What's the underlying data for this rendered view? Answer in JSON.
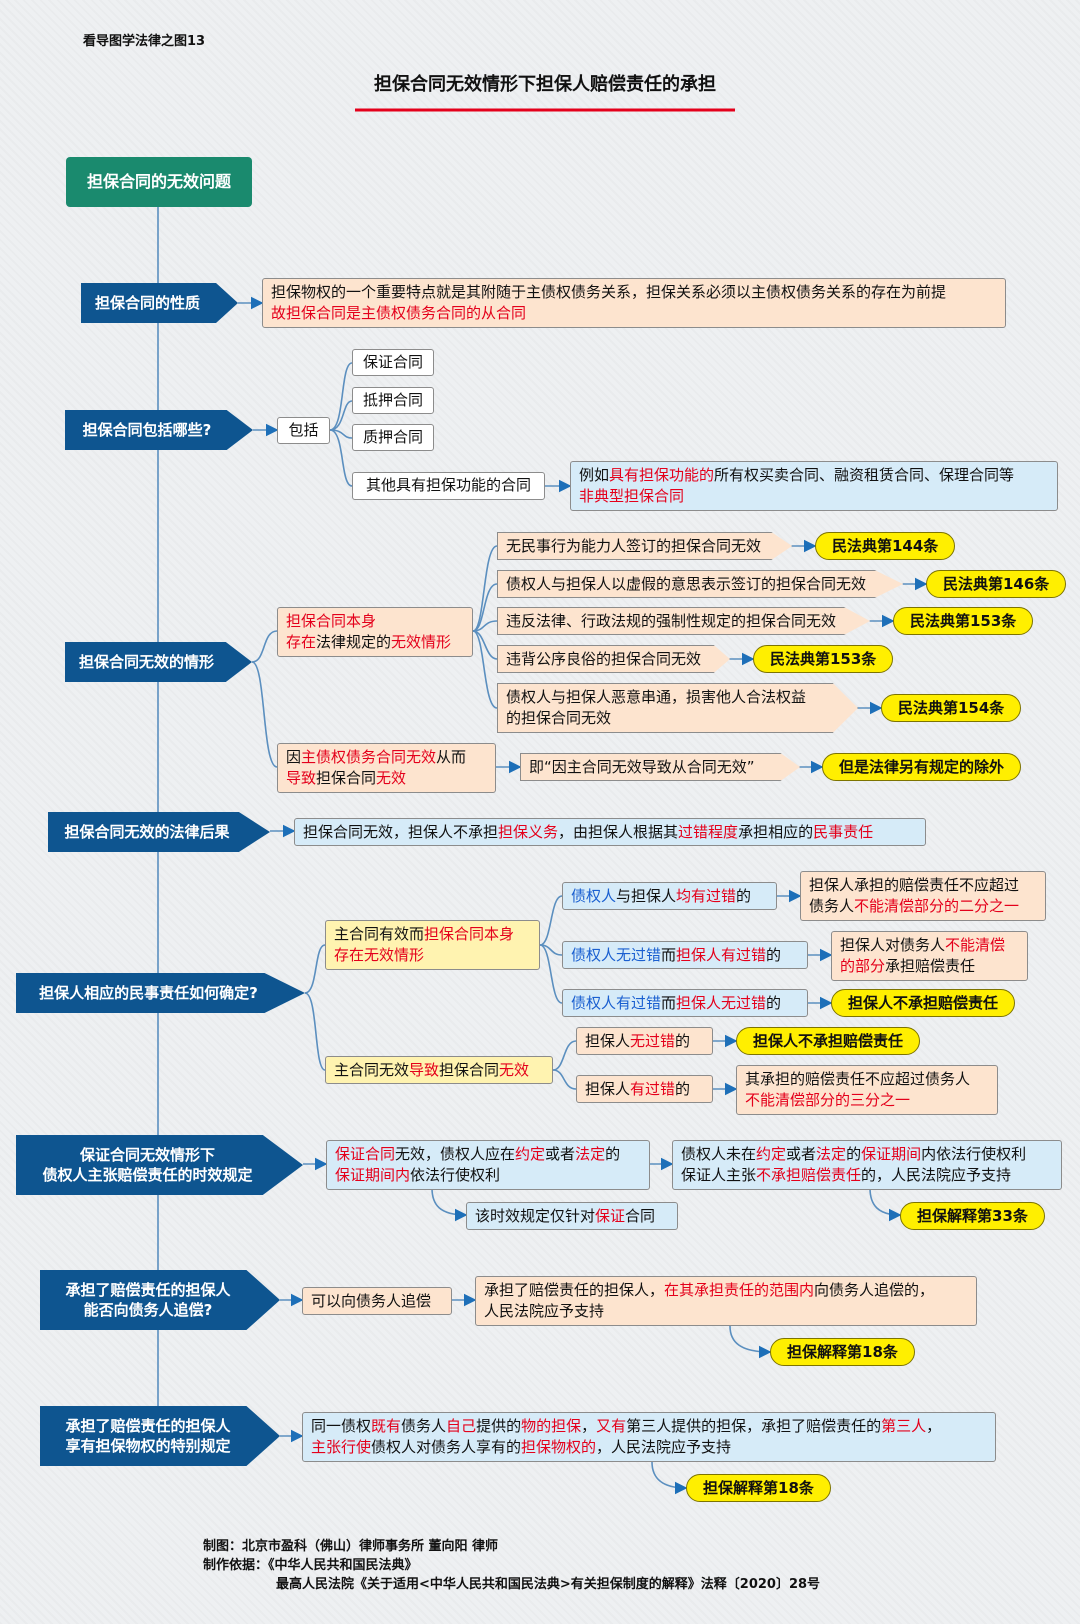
{
  "header": {
    "series": "看导图学法律之图13",
    "title": "担保合同无效情形下担保人赔偿责任的承担",
    "root": "担保合同的无效问题"
  },
  "s1": {
    "label": "担保合同的性质",
    "l1": "担保物权的一个重要特点就是其附随于主债权债务关系，担保关系必须以主债权债务关系的存在为前提",
    "l2": "故担保合同是主债权债务合同的从合同"
  },
  "s2": {
    "label": "担保合同包括哪些?",
    "include": "包括",
    "items": [
      "保证合同",
      "抵押合同",
      "质押合同",
      "其他具有担保功能的合同"
    ],
    "note": {
      "a": "例如",
      "b": "具有担保功能的",
      "c": "所有权买卖合同、融资租赁合同、保理合同等",
      "d": "非典型担保合同"
    }
  },
  "s3": {
    "label": "担保合同无效的情形",
    "g1": {
      "a": "担保合同本身",
      "b": "存在",
      "c": "法律规定的",
      "d": "无效情形"
    },
    "cases": [
      {
        "text": "无民事行为能力人签订的担保合同无效",
        "law": "民法典第144条"
      },
      {
        "text": "债权人与担保人以虚假的意思表示签订的担保合同无效",
        "law": "民法典第146条"
      },
      {
        "text": "违反法律、行政法规的强制性规定的担保合同无效",
        "law": "民法典第153条"
      },
      {
        "text": "违背公序良俗的担保合同无效",
        "law": "民法典第153条"
      },
      {
        "text": "债权人与担保人恶意串通，损害他人合法权益",
        "text2": "的担保合同无效",
        "law": "民法典第154条"
      }
    ],
    "g2": {
      "a": "因",
      "b": "主债权债务合同无效",
      "c": "从而",
      "d": "导致",
      "e": "担保合同",
      "f": "无效"
    },
    "g2rule": "即“因主合同无效导致从合同无效”",
    "g2exc": "但是法律另有规定的除外"
  },
  "s4": {
    "label": "担保合同无效的法律后果",
    "t": {
      "a": "担保合同无效，担保人不承担",
      "b": "担保义务",
      "c": "，由担保人根据其",
      "d": "过错程度",
      "e": "承担相应的",
      "f": "民事责任"
    }
  },
  "s5": {
    "label": "担保人相应的民事责任如何确定?",
    "m1": {
      "a": "主合同有效",
      "b": "而",
      "c": "担保合同本身",
      "d": "存在无效情形"
    },
    "m1c": [
      {
        "a": "债权人",
        "b": "与担保人",
        "c": "均有过错",
        "d": "的"
      },
      {
        "a": "债权人无过错",
        "b": "而",
        "c": "担保人有过错",
        "d": "的"
      },
      {
        "a": "债权人有过错",
        "b": "而",
        "c": "担保人无过错",
        "d": "的"
      }
    ],
    "m1r": [
      {
        "a": "担保人承担的赔偿责任不应超过",
        "b": "债务人",
        "c": "不能清偿部分的二分之一"
      },
      {
        "a": "担保人对债务人",
        "b": "不能清偿",
        "c": "的部分",
        "d": "承担赔偿责任"
      },
      {
        "pill": "担保人不承担赔偿责任"
      }
    ],
    "m2": {
      "a": "主合同无效",
      "b": "导致",
      "c": "担保合同",
      "d": "无效"
    },
    "m2c": [
      {
        "a": "担保人",
        "b": "无过错",
        "c": "的"
      },
      {
        "a": "担保人",
        "b": "有过错",
        "c": "的"
      }
    ],
    "m2r": [
      {
        "pill": "担保人不承担赔偿责任"
      },
      {
        "a": "其承担的赔偿责任不应超过债务人",
        "b": "不能清偿部分的三分之一"
      }
    ]
  },
  "s6": {
    "label1": "保证合同无效情形下",
    "label2": "债权人主张赔偿责任的时效规定",
    "a": {
      "a": "保证合同",
      "b": "无效，债权人应在",
      "c": "约定",
      "d": "或者",
      "e": "法定",
      "f": "的",
      "g": "保证期间内",
      "h": "依法行使权利"
    },
    "b": {
      "a": "债权人未在",
      "b": "约定",
      "c": "或者",
      "d": "法定",
      "e": "的",
      "f": "保证期间",
      "g": "内依法行使权利",
      "h": "保证人主张",
      "i": "不承担赔偿责任",
      "j": "的，人民法院应予支持"
    },
    "c": {
      "a": "该时效规定仅针对",
      "b": "保证",
      "c": "合同"
    },
    "law": "担保解释第33条"
  },
  "s7": {
    "label1": "承担了赔偿责任的担保人",
    "label2": "能否向债务人追偿?",
    "a": "可以向债务人追偿",
    "b": {
      "a": "承担了赔偿责任的担保人，",
      "b": "在其承担责任的范围内",
      "c": "向债务人追偿的，",
      "d": "人民法院应予支持"
    },
    "law": "担保解释第18条"
  },
  "s8": {
    "label1": "承担了赔偿责任的担保人",
    "label2": "享有担保物权的特别规定",
    "t": {
      "a": "同一债权",
      "b": "既有",
      "c": "债务人",
      "d": "自己",
      "e": "提供的",
      "f": "物的担保",
      "g": "，",
      "h": "又有",
      "i": "第三人提供的担保，承担了赔偿责任的",
      "j": "第三人",
      "k": "，",
      "l": "主张行使",
      "m": "债权人对债务人享有的",
      "n": "担保物权的",
      "o": "，人民法院应予支持"
    },
    "law": "担保解释第18条"
  },
  "footer": {
    "l1": "制图：北京市盈科（佛山）律师事务所  董向阳 律师",
    "l2": "制作依据：《中华人民共和国民法典》",
    "l3": "最高人民法院《关于适用<中华人民共和国民法典>有关担保制度的解释》法释〔2020〕28号"
  },
  "colors": {
    "header_blue": "#0e5590",
    "root_green": "#1a8a6e",
    "red": "#e4001b",
    "blue_text": "#1a5fd0",
    "pill_yellow": "#ffef00",
    "peach": "#fde4cf",
    "light_blue": "#d6ebf8"
  }
}
